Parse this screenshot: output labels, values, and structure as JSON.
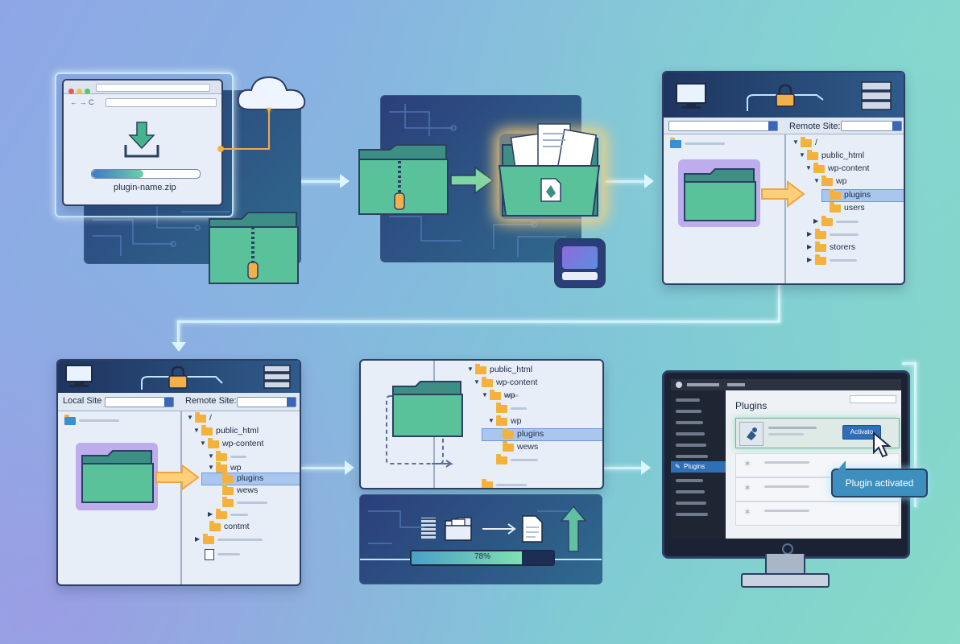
{
  "step1": {
    "filename": "plugin-name.zip"
  },
  "step3": {
    "remote_site_label": "Remote Site:",
    "tree": [
      "/",
      "public_html",
      "wp-content",
      "wp",
      "plugins",
      "users",
      "storers"
    ]
  },
  "step4": {
    "local_site_label": "Local Site",
    "remote_site_label": "Remote Site:",
    "tree": [
      "/",
      "public_html",
      "wp-content",
      "wp",
      "plugins",
      "wews",
      "contmt"
    ]
  },
  "step5": {
    "tree": [
      "public_html",
      "wp-content",
      "wp",
      "wp",
      "plugins",
      "wews"
    ],
    "progress_label": "78%",
    "progress_value": 0.78
  },
  "step6": {
    "page_title": "Plugins",
    "activate_label": "Activato",
    "sidebar_active": "Plugins",
    "toast": "Plugin activated"
  },
  "colors": {
    "accent": "#3a66b8",
    "folder": "#f4b23c",
    "glow": "#ffd27a"
  }
}
